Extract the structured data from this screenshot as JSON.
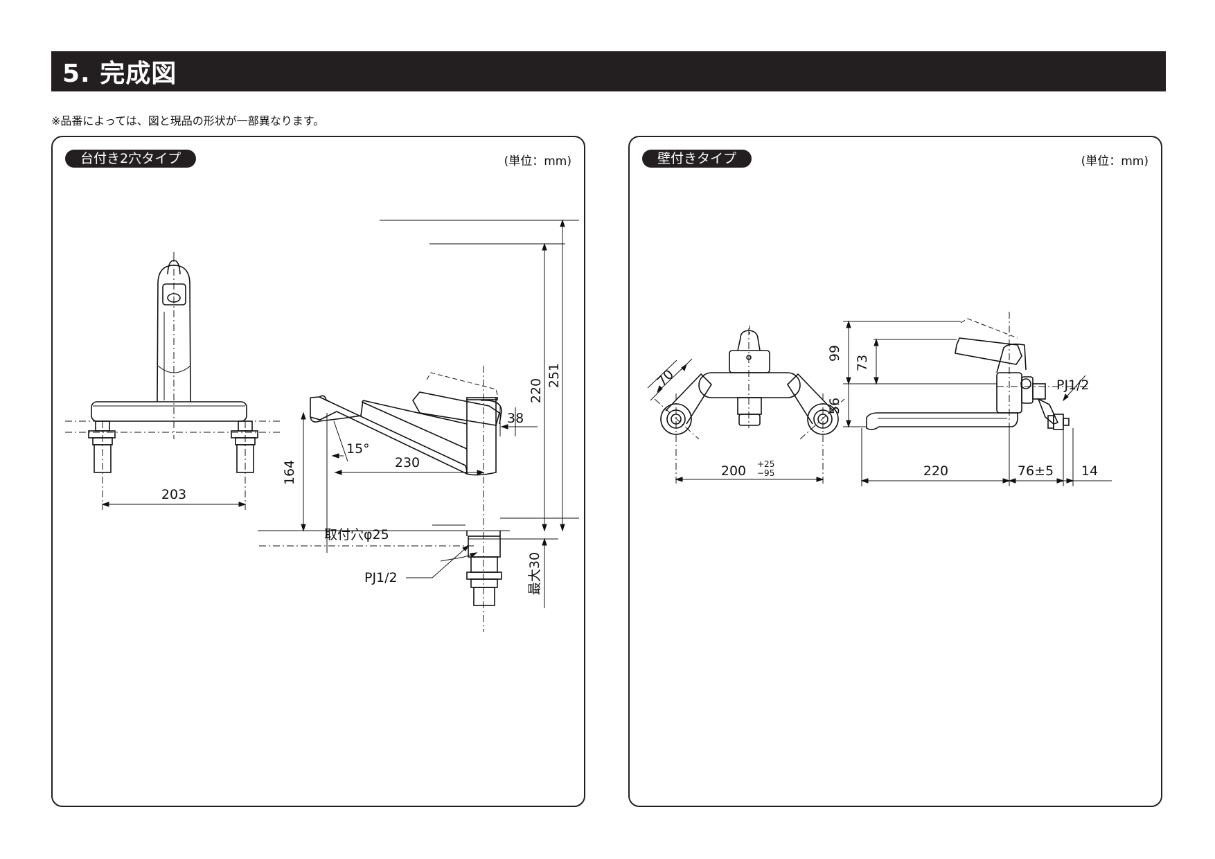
{
  "page": {
    "title": "5. 完成図",
    "note": "※品番によっては、図と現品の形状が一部異なります。"
  },
  "left_panel": {
    "tag": "台付き2穴タイプ",
    "unit": "(単位：mm)",
    "dims": {
      "base_span": "203",
      "height_spout": "164",
      "angle": "15°",
      "reach": "230",
      "offset": "38",
      "height_body": "220",
      "height_total": "251",
      "hole": "取付穴φ25",
      "connector": "PJ1/2",
      "max_thickness": "最大30"
    }
  },
  "right_panel": {
    "tag": "壁付きタイプ",
    "unit": "(単位：mm)",
    "dims": {
      "arm": "70",
      "center_span": "200",
      "center_tol_plus": "+25",
      "center_tol_minus": "−95",
      "h_total": "99",
      "h_lever": "73",
      "h_spout": "56",
      "reach": "220",
      "wall": "76±5",
      "flange": "14",
      "connector": "PJ1/2"
    }
  }
}
